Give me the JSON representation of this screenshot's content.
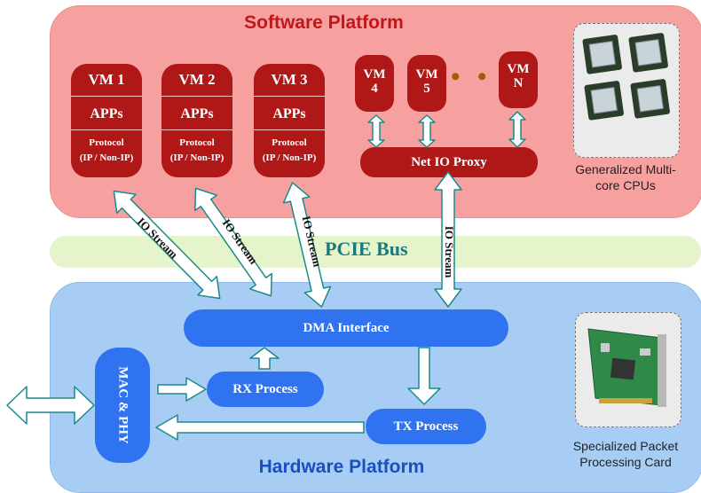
{
  "software_platform": {
    "title": "Software Platform",
    "vms": [
      {
        "name": "VM 1",
        "apps": "APPs",
        "protocol_line1": "Protocol",
        "protocol_line2": "(IP / Non-IP)"
      },
      {
        "name": "VM 2",
        "apps": "APPs",
        "protocol_line1": "Protocol",
        "protocol_line2": "(IP / Non-IP)"
      },
      {
        "name": "VM 3",
        "apps": "APPs",
        "protocol_line1": "Protocol",
        "protocol_line2": "(IP / Non-IP)"
      }
    ],
    "proxy_vms": [
      {
        "line1": "VM",
        "line2": "4"
      },
      {
        "line1": "VM",
        "line2": "5"
      },
      {
        "line1": "VM",
        "line2": "N"
      }
    ],
    "ellipsis": "• • •",
    "proxy_label": "Net IO Proxy",
    "cpu_caption_line1": "Generalized Multi-",
    "cpu_caption_line2": "core CPUs"
  },
  "bus": {
    "label": "PCIE Bus",
    "stream_label": "IO Stream"
  },
  "hardware_platform": {
    "title": "Hardware Platform",
    "dma_label": "DMA Interface",
    "mac_label": "MAC & PHY",
    "rx_label": "RX Process",
    "tx_label": "TX Process",
    "card_caption_line1": "Specialized Packet",
    "card_caption_line2": "Processing Card"
  },
  "colors": {
    "software_bg": "#f7a0a0",
    "hardware_bg": "#a8cdf5",
    "bus_bg": "#e6f4cc",
    "vm_red": "#b01818",
    "block_blue": "#2f73f0",
    "software_title": "#c01818",
    "hardware_title": "#1a4fc0",
    "bus_text": "#1a7a7a",
    "arrow_stroke": "#1a8a8a"
  }
}
